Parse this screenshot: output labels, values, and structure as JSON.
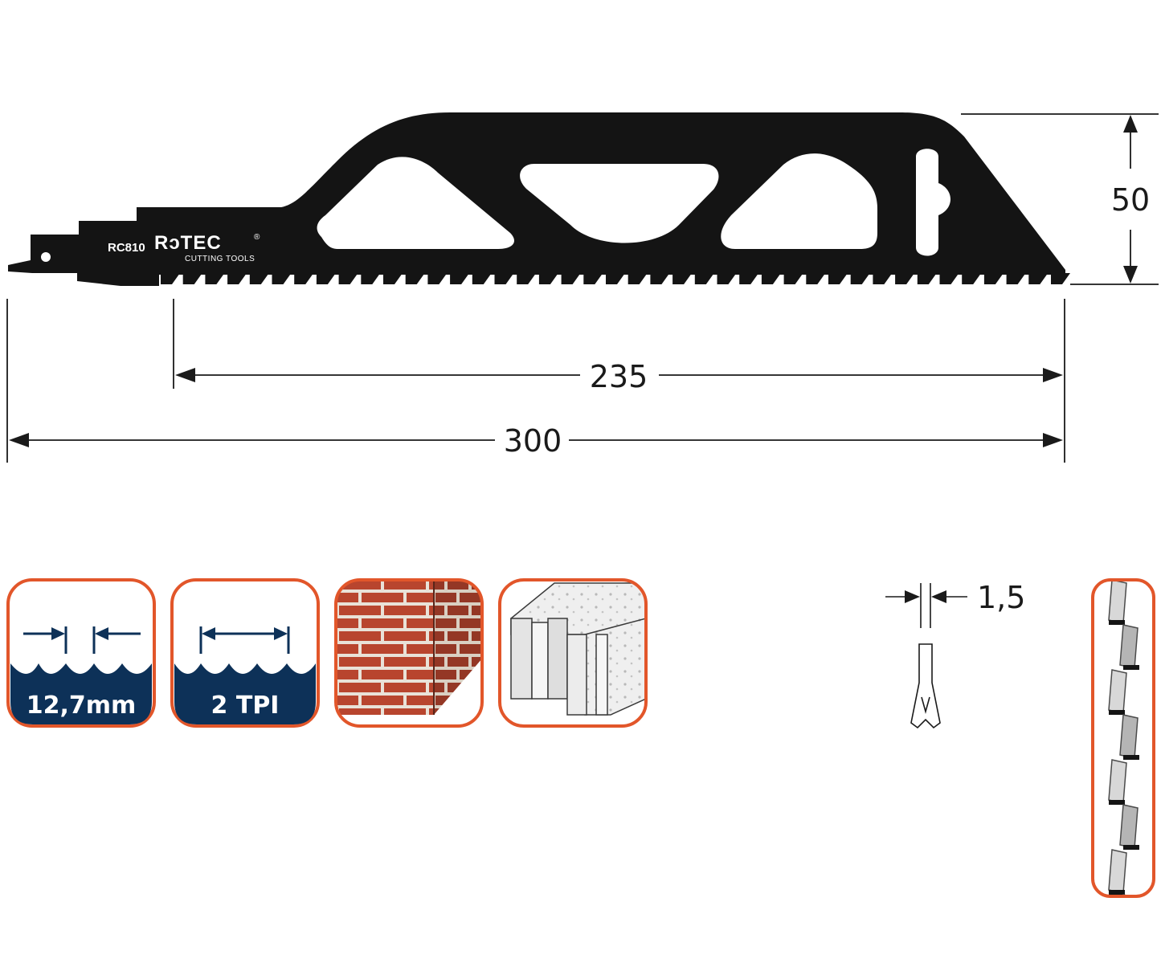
{
  "blade": {
    "model": "RC810",
    "brand": "RɔTEC",
    "brand_mark": "®",
    "tagline": "CUTTING TOOLS",
    "color": "#141414"
  },
  "dimensions": {
    "height": "50",
    "cutting_length": "235",
    "total_length": "300",
    "thickness": "1,5"
  },
  "badges": {
    "shank": "12,7mm",
    "tpi": "2 TPI"
  },
  "colors": {
    "navy": "#0d3158",
    "orange": "#e2562a",
    "brick": "#b8452e",
    "mortar": "#e9e2d8"
  },
  "icons": {
    "material_1": "brick-wall-icon",
    "material_2": "aerated-concrete-block-icon",
    "set_pattern": "tooth-set-pattern-icon"
  }
}
